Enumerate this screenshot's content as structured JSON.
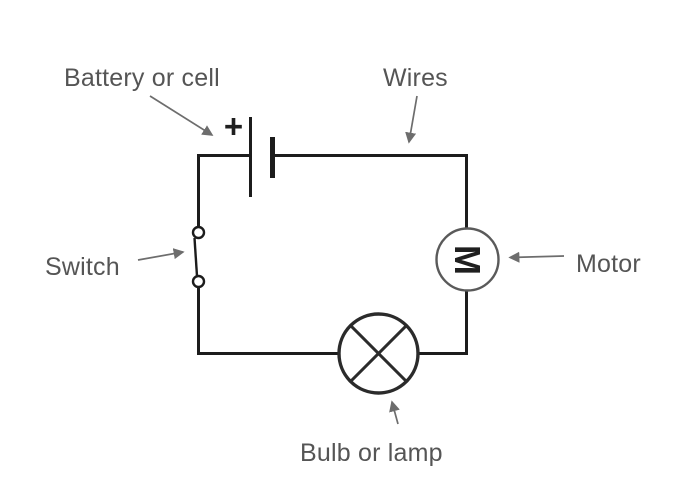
{
  "diagram": {
    "type": "circuit-diagram",
    "description": "Simple electric circuit showing a battery, switch, bulb and motor connected by wires",
    "labels": {
      "battery": "Battery or cell",
      "wires": "Wires",
      "switch": "Switch",
      "motor": "Motor",
      "bulb": "Bulb or lamp"
    },
    "symbols": {
      "battery_polarity": "+",
      "motor_letter": "M"
    },
    "colors": {
      "background": "#ffffff",
      "wire": "#1c1c1c",
      "component_outline": "#2b2b2b",
      "motor_outline": "#5a5a5a",
      "label_text": "#555555",
      "arrow": "#6d6d6d"
    }
  }
}
